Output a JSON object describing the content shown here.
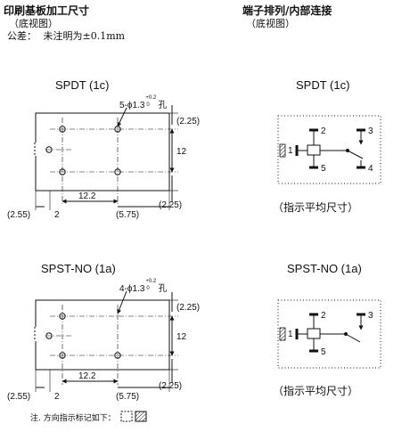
{
  "header": {
    "left_title": "印刷基板加工尺寸",
    "left_sub": "（底视图）",
    "tolerance_label": "公差：",
    "tolerance_value": "未注明为±0.1mm",
    "right_title": "端子排列/内部连接",
    "right_sub": "（底视图）"
  },
  "spdt": {
    "pcb_title": "SPDT (1c)",
    "hole_label": "5-ϕ1.3",
    "tol_upper": "+0.2",
    "tol_lower": "0",
    "hole_unit": "孔",
    "dim_top": "(2.25)",
    "dim_mid": "12",
    "dim_bottom": "(2.25)",
    "dim_left": "(2.55)",
    "dim_two": "2",
    "dim_span": "12.2",
    "dim_right": "(5.75)",
    "schem_title": "SPDT (1c)",
    "pins": [
      "1",
      "2",
      "3",
      "4",
      "5"
    ],
    "caption": "（指示平均尺寸）"
  },
  "spst": {
    "pcb_title": "SPST-NO (1a)",
    "hole_label": "4-ϕ1.3",
    "tol_upper": "+0.2",
    "tol_lower": "0",
    "hole_unit": "孔",
    "dim_top": "(2.25)",
    "dim_mid": "12",
    "dim_bottom": "(2.25)",
    "dim_left": "(2.55)",
    "dim_two": "2",
    "dim_span": "12.2",
    "dim_right": "(5.75)",
    "schem_title": "SPST-NO (1a)",
    "pins": [
      "1",
      "2",
      "3",
      "5"
    ],
    "caption": "（指示平均尺寸）"
  },
  "footer": {
    "note": "注. 方向指示标记如下："
  }
}
